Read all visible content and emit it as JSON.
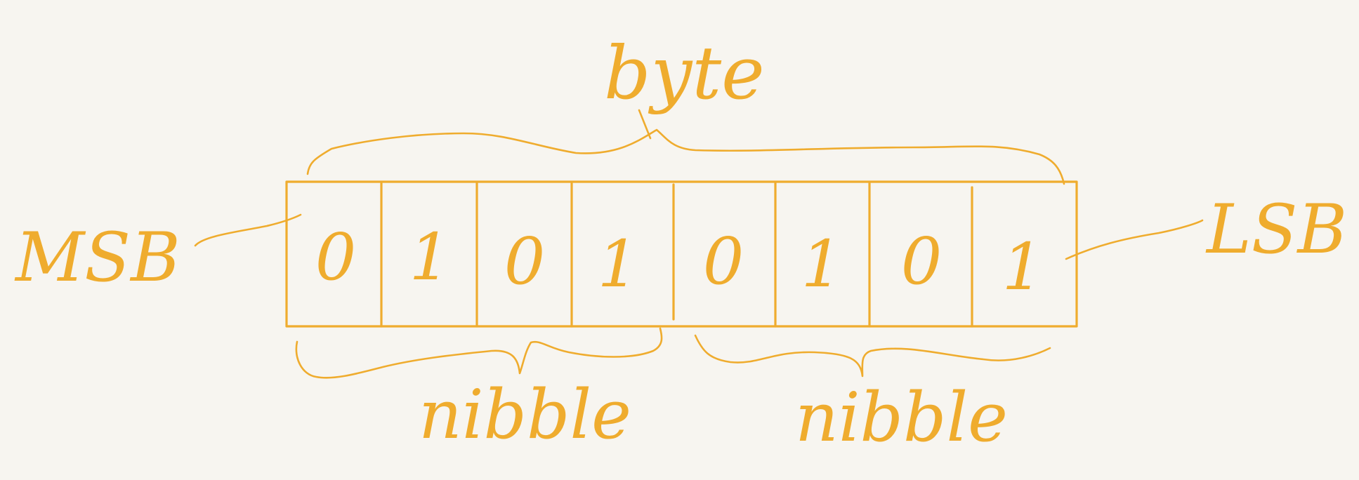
{
  "diagram": {
    "title": "byte",
    "left_label": "MSB",
    "right_label": "LSB",
    "nibbles": [
      {
        "label": "nibble"
      },
      {
        "label": "nibble"
      }
    ],
    "bits": [
      "0",
      "1",
      "0",
      "1",
      "0",
      "1",
      "0",
      "1"
    ],
    "ink_color": "#efac2e",
    "background_color": "#f7f5f0"
  }
}
